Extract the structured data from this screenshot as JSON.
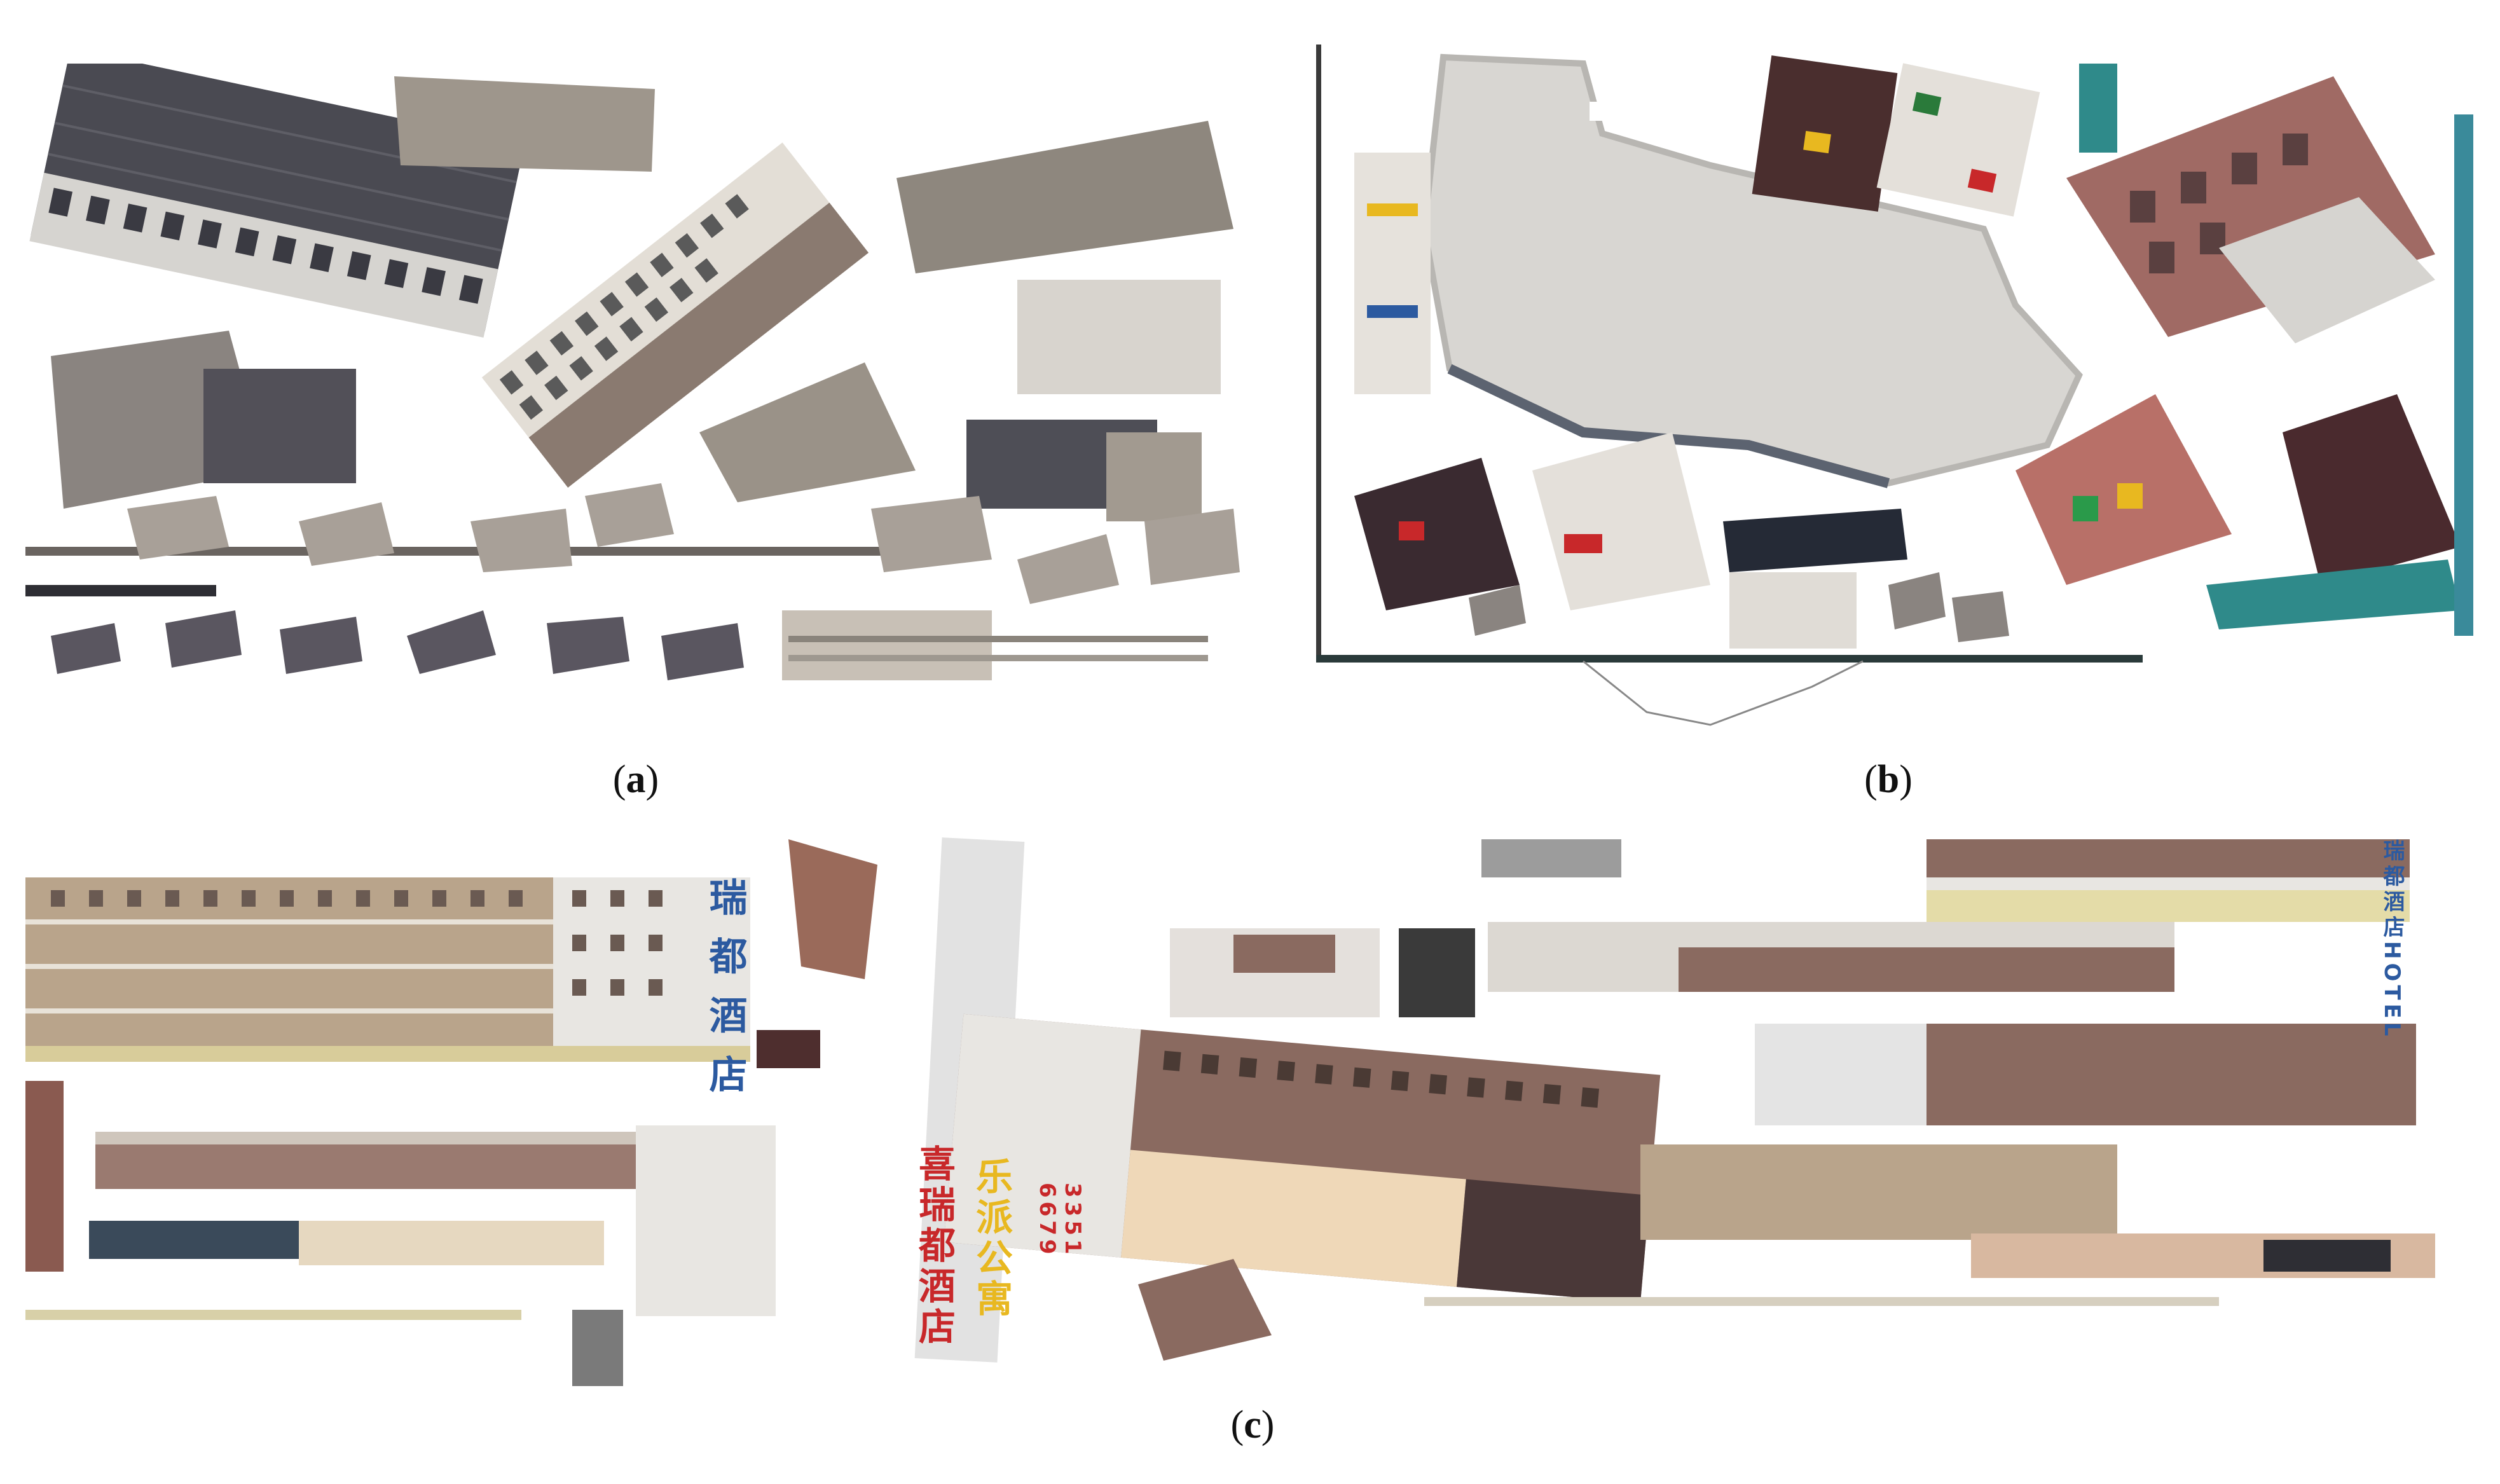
{
  "figure": {
    "panels": [
      {
        "id": "a",
        "caption_open": "(",
        "caption_letter": "a",
        "caption_close": ")"
      },
      {
        "id": "b",
        "caption_open": "(",
        "caption_letter": "b",
        "caption_close": ")"
      },
      {
        "id": "c",
        "caption_open": "(",
        "caption_letter": "c",
        "caption_close": ")"
      }
    ],
    "colors": {
      "brick": "#8a6a60",
      "tan": "#b9a48b",
      "dark_roof": "#4a4a52",
      "grey_roof": "#9e968c",
      "white_wall": "#e8e6e2",
      "concrete": "#d8d6d2",
      "blue_sign": "#2c5aa0",
      "red_sign": "#c8282a",
      "yellow_sign": "#e8b820",
      "teal": "#2f8a8a"
    }
  },
  "signage": {
    "hotel_vertical_1": "瑞 都 酒 店",
    "hotel_vertical_2": "喜瑞都酒店",
    "apartment_vertical": "乐派公寓",
    "phone_1": "6679",
    "phone_2": "3351",
    "hotel_sign_top": "瑞都酒店HOTEL"
  }
}
